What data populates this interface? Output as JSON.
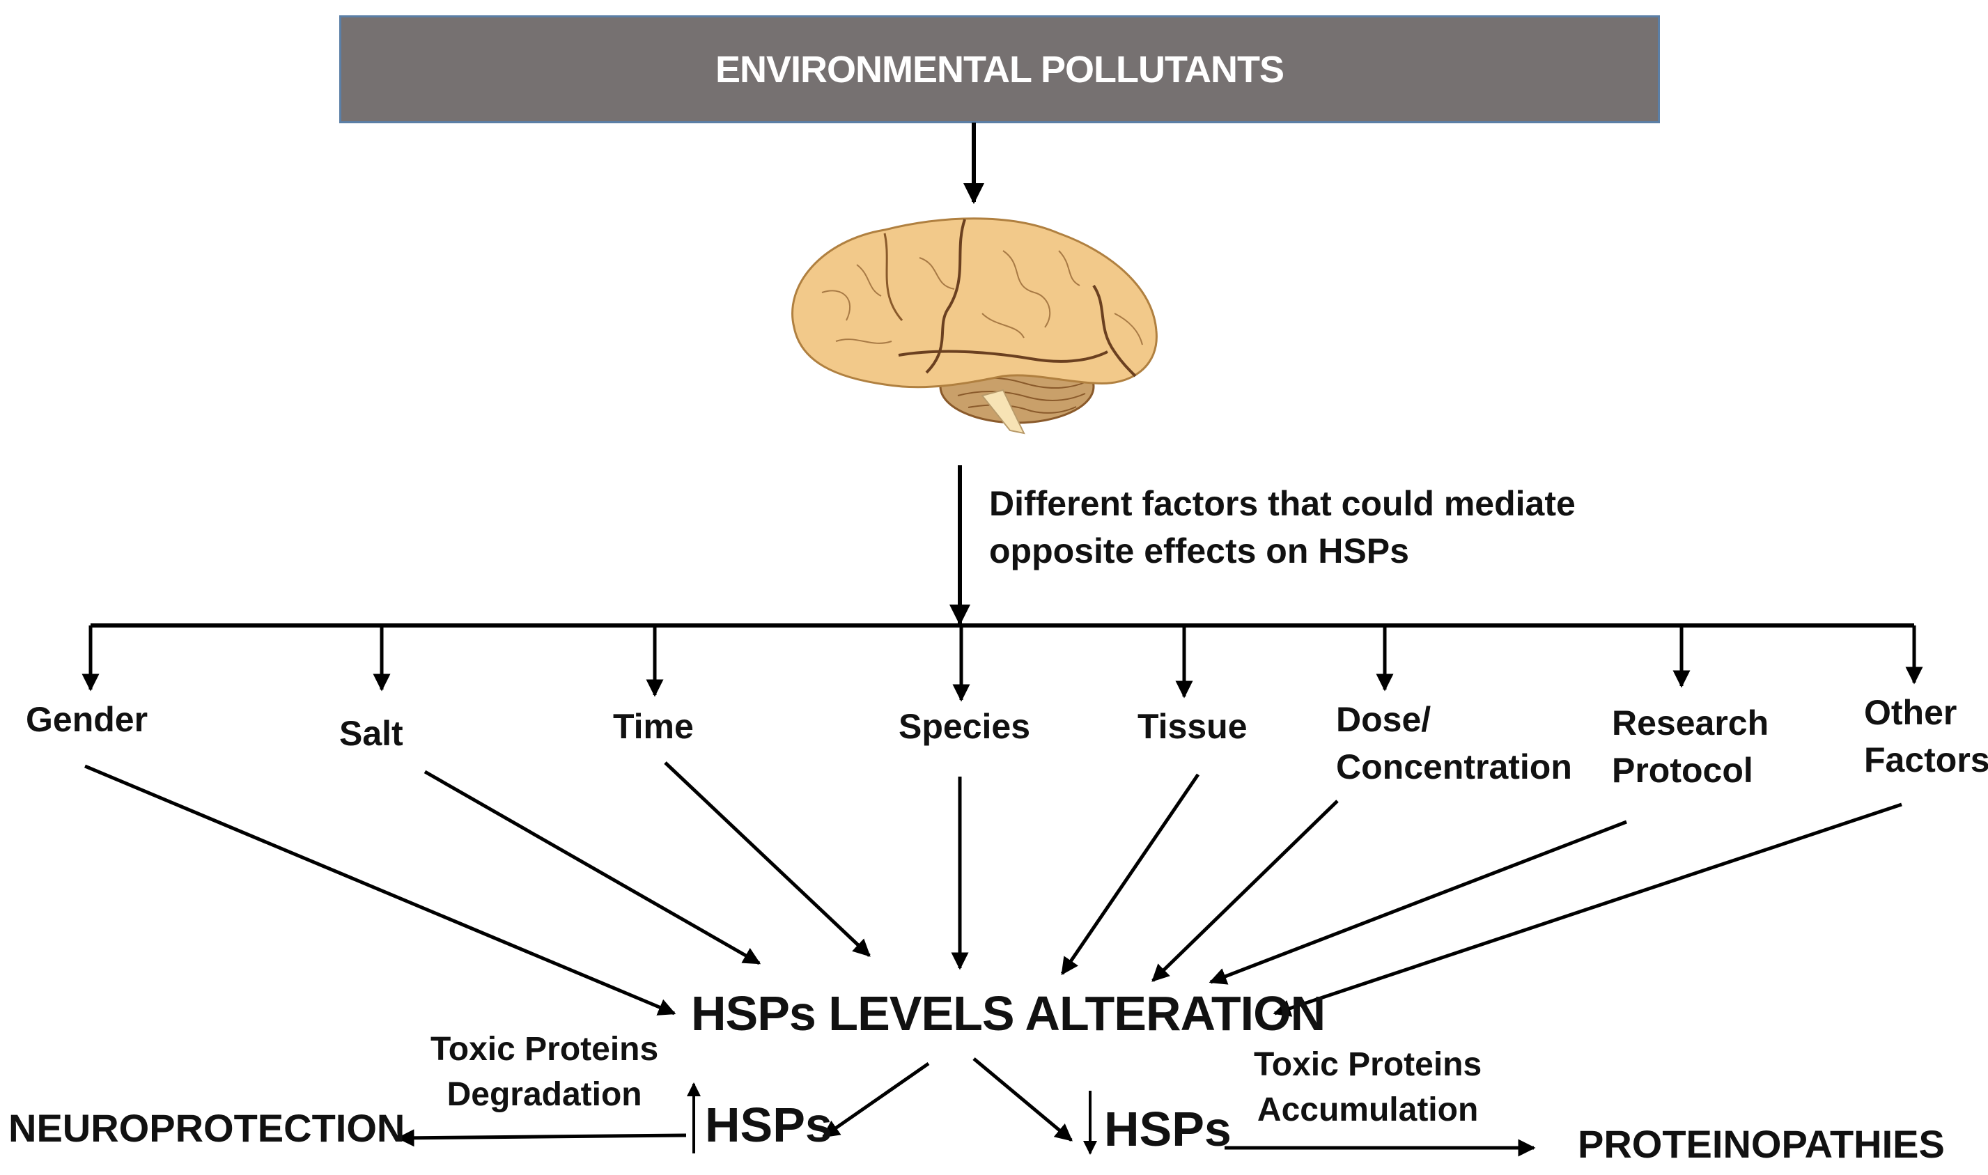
{
  "header": {
    "title": "ENVIRONMENTAL POLLUTANTS"
  },
  "brain": {
    "icon": "brain-icon"
  },
  "mediation_note": {
    "line1": "Different factors that could mediate",
    "line2": "opposite effects on HSPs"
  },
  "factors": [
    {
      "line1": "Gender"
    },
    {
      "line1": "Salt"
    },
    {
      "line1": "Time"
    },
    {
      "line1": "Species"
    },
    {
      "line1": "Tissue"
    },
    {
      "line1": "Dose/",
      "line2": "Concentration"
    },
    {
      "line1": "Research",
      "line2": "Protocol"
    },
    {
      "line1": "Other",
      "line2": "Factors"
    }
  ],
  "central": {
    "title": "HSPs LEVELS ALTERATION"
  },
  "left_branch": {
    "hsps_label": "HSPs",
    "direction_icon": "up-arrow-icon",
    "process_line1": "Toxic Proteins",
    "process_line2": "Degradation",
    "outcome": "NEUROPROTECTION"
  },
  "right_branch": {
    "hsps_label": "HSPs",
    "direction_icon": "down-arrow-icon",
    "process_line1": "Toxic Proteins",
    "process_line2": "Accumulation",
    "outcome": "PROTEINOPATHIES"
  },
  "colors": {
    "header_bg": "#767171",
    "header_border": "#5b7fa6",
    "brain_fill": "#f2c98a",
    "brain_stroke": "#8a5a2b",
    "cerebellum_fill": "#c9a06a",
    "arrow": "#000000"
  }
}
